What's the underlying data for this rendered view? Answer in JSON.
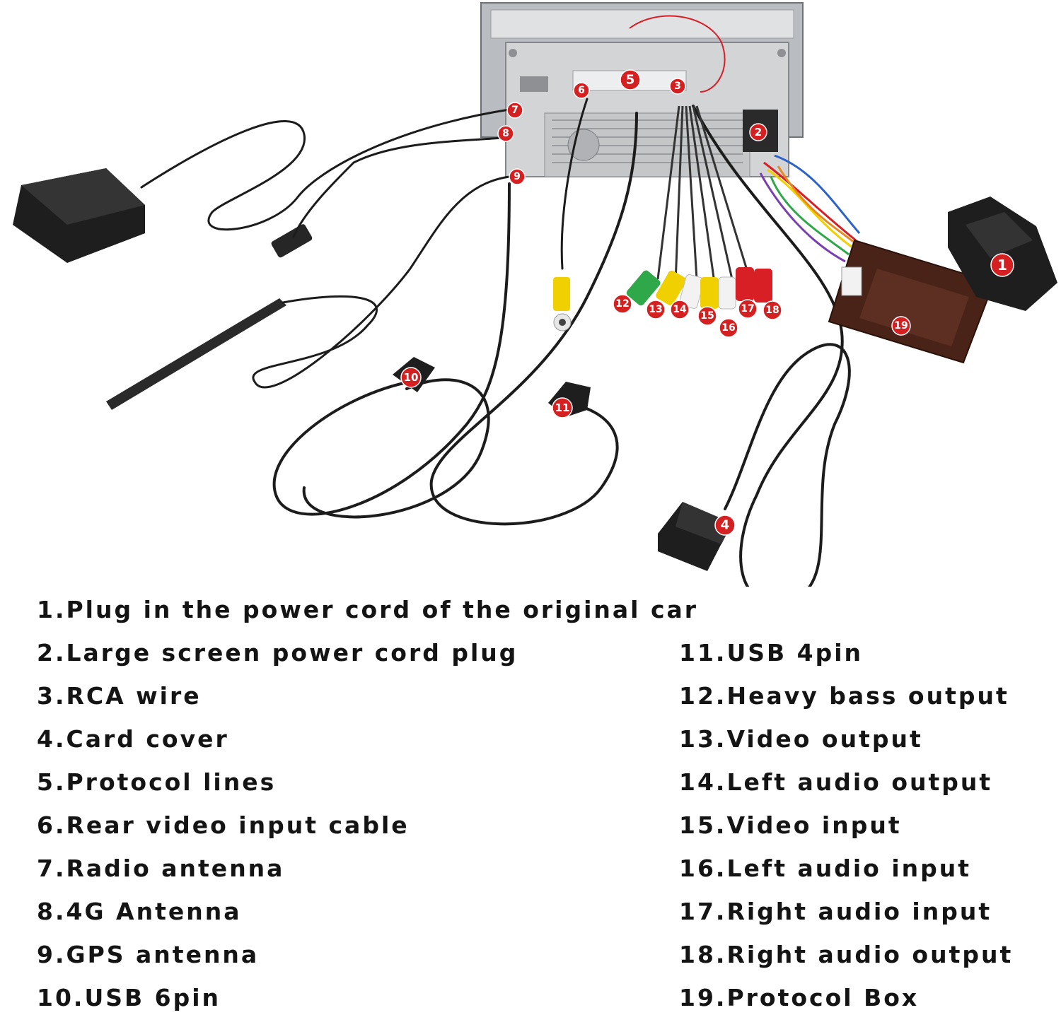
{
  "legend": {
    "left": [
      "1.Plug in the power cord of the original car",
      "2.Large screen power cord plug",
      "3.RCA wire",
      "4.Card cover",
      "5.Protocol lines",
      "6.Rear video input cable",
      "7.Radio antenna",
      "8.4G Antenna",
      "9.GPS antenna",
      "10.USB 6pin"
    ],
    "right": [
      "11.USB 4pin",
      "12.Heavy bass output",
      "13.Video output",
      "14.Left audio output",
      "15.Video input",
      "16.Left audio input",
      "17.Right audio input",
      "18.Right audio output",
      "19.Protocol Box"
    ]
  },
  "markers": [
    "1",
    "2",
    "3",
    "4",
    "5",
    "6",
    "7",
    "8",
    "9",
    "10",
    "11",
    "12",
    "13",
    "14",
    "15",
    "16",
    "17",
    "18",
    "19"
  ],
  "colors": {
    "marker": "#d42020",
    "rca_yellow": "#f0d000",
    "rca_green": "#2fa84a",
    "rca_white": "#f2f2f2",
    "rca_red": "#d81f26",
    "decoder_box": "#4a2318",
    "cable": "#1c1c1c"
  }
}
